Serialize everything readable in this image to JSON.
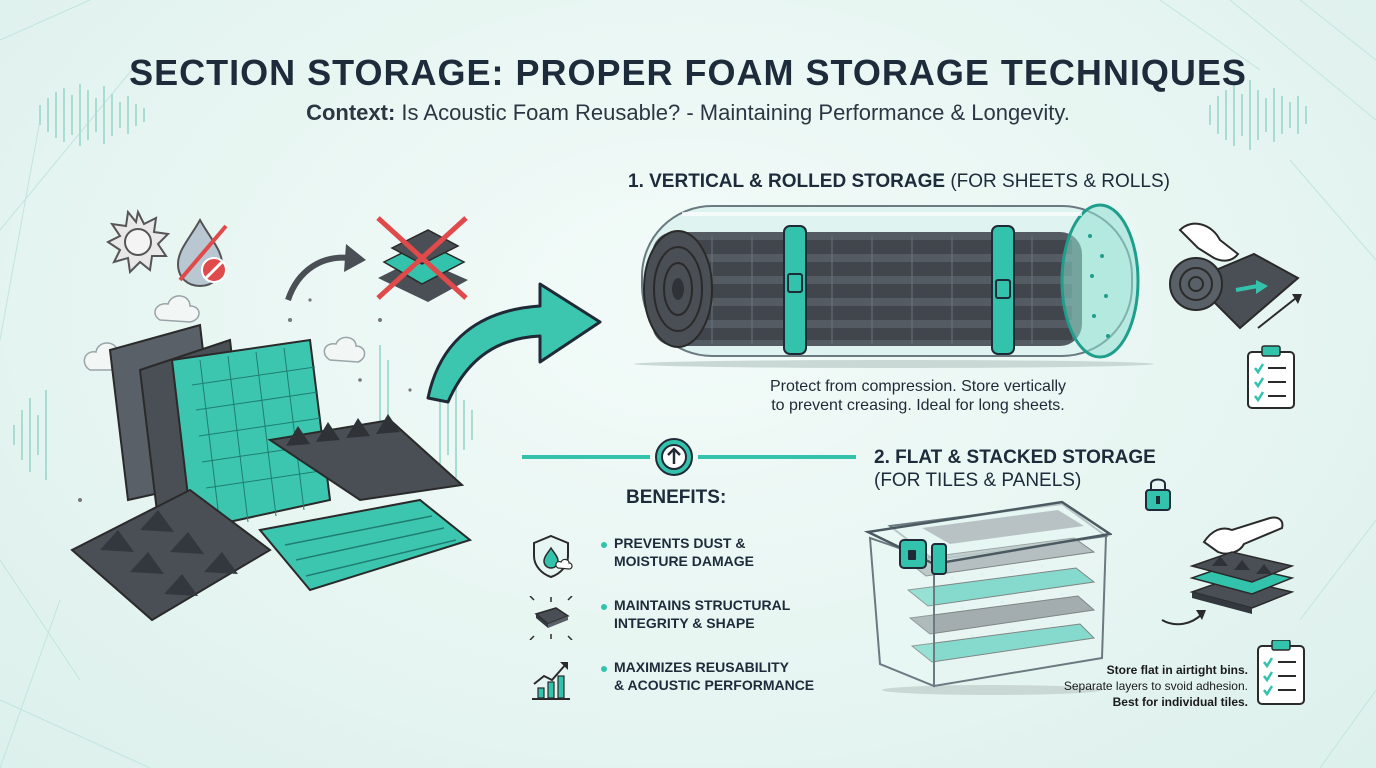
{
  "title": "SECTION STORAGE: PROPER FOAM STORAGE TECHNIQUES",
  "subtitle": {
    "label": "Context:",
    "text": "Is Acoustic Foam Reusable? - Maintaining Performance & Longevity."
  },
  "vertical": {
    "heading_bold": "1. VERTICAL & ROLLED STORAGE",
    "heading_rest": "(FOR SHEETS & ROLLS)",
    "caption_line1": "Protect from compression. Store vertically",
    "caption_line2": "to prevent creasing. Ideal for long sheets."
  },
  "flat": {
    "heading_line1": "2. FLAT & STACKED STORAGE",
    "heading_line2": "(FOR TILES & PANELS)",
    "caption_line1": "Store flat in airtight bins.",
    "caption_line2": "Separate layers to svoid adhesion.",
    "caption_line3": "Best for individual tiles."
  },
  "benefits": {
    "title": "BENEFITS:",
    "items": [
      {
        "line1": "PREVENTS DUST &",
        "line2": "MOISTURE DAMAGE",
        "icon": "shield-water-icon"
      },
      {
        "line1": "MAINTAINS STRUCTURAL",
        "line2": "INTEGRITY & SHAPE",
        "icon": "foam-block-icon"
      },
      {
        "line1": "MAXIMIZES REUSABILITY",
        "line2": "& ACOUSTIC PERFORMANCE",
        "icon": "growth-chart-icon"
      }
    ]
  },
  "colors": {
    "accent": "#33c3ad",
    "accent_dark": "#1f9e8c",
    "foam_dark": "#4a4f55",
    "text": "#1d2b3a",
    "warning": "#e04a4a"
  }
}
